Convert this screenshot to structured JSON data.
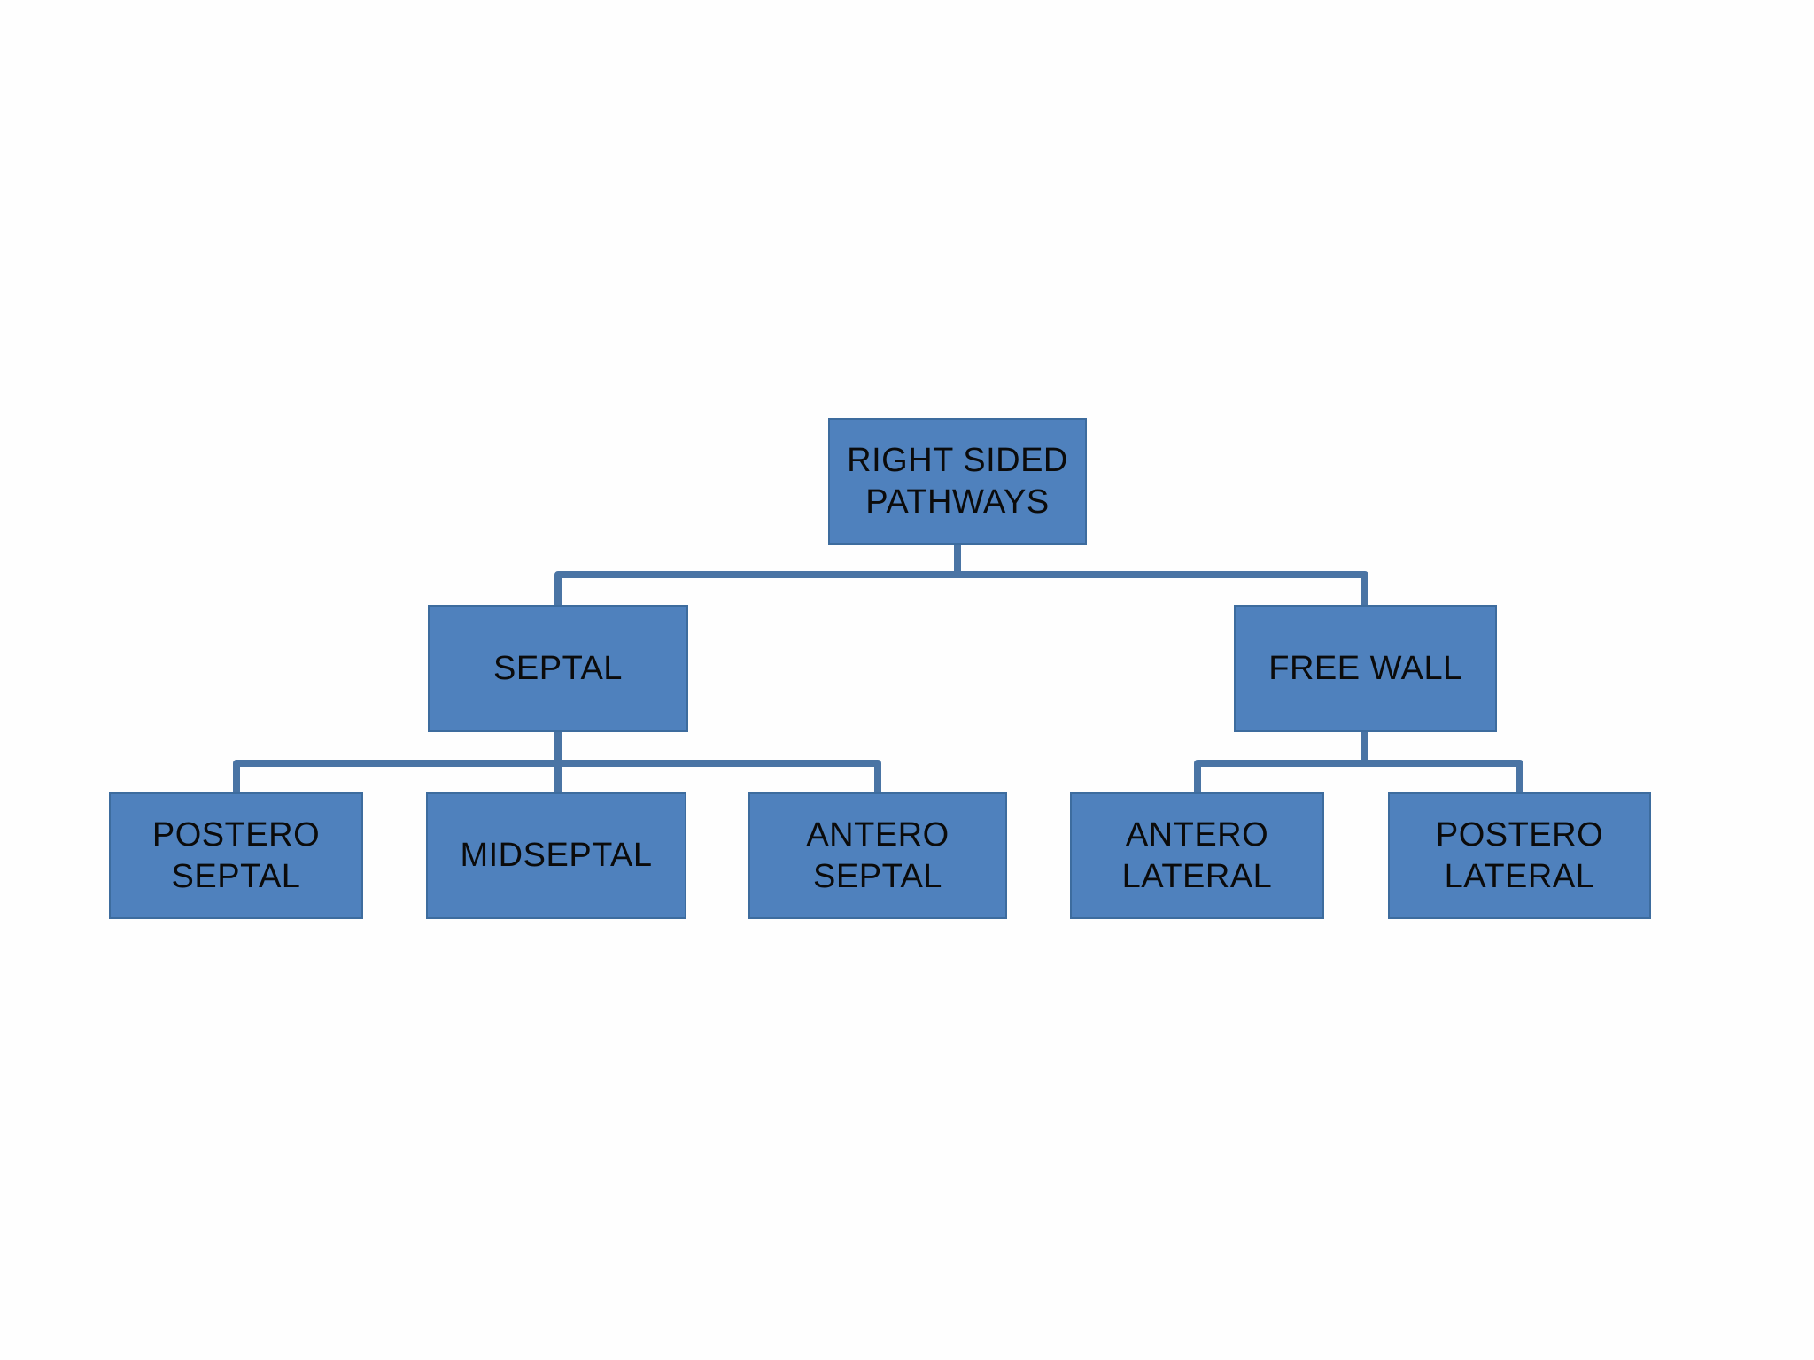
{
  "diagram": {
    "type": "hierarchy-tree",
    "background_color": "#fefefe",
    "box_fill_color": "#4f81bd",
    "box_border_color": "#3d6c9e",
    "connector_color": "#4a74a4",
    "text_color": "#0b0b0b",
    "nodes": {
      "root": {
        "label": "RIGHT SIDED PATHWAYS",
        "level": 1
      },
      "septal": {
        "label": "SEPTAL",
        "level": 2
      },
      "free_wall": {
        "label": "FREE WALL",
        "level": 2
      },
      "postero_septal": {
        "label": "POSTERO SEPTAL",
        "level": 3
      },
      "midseptal": {
        "label": "MIDSEPTAL",
        "level": 3
      },
      "antero_septal": {
        "label": "ANTERO SEPTAL",
        "level": 3
      },
      "antero_lateral": {
        "label": "ANTERO LATERAL",
        "level": 3
      },
      "postero_lateral": {
        "label": "POSTERO LATERAL",
        "level": 3
      }
    },
    "edges": [
      [
        "root",
        "septal"
      ],
      [
        "root",
        "free_wall"
      ],
      [
        "septal",
        "postero_septal"
      ],
      [
        "septal",
        "midseptal"
      ],
      [
        "septal",
        "antero_septal"
      ],
      [
        "free_wall",
        "antero_lateral"
      ],
      [
        "free_wall",
        "postero_lateral"
      ]
    ]
  }
}
